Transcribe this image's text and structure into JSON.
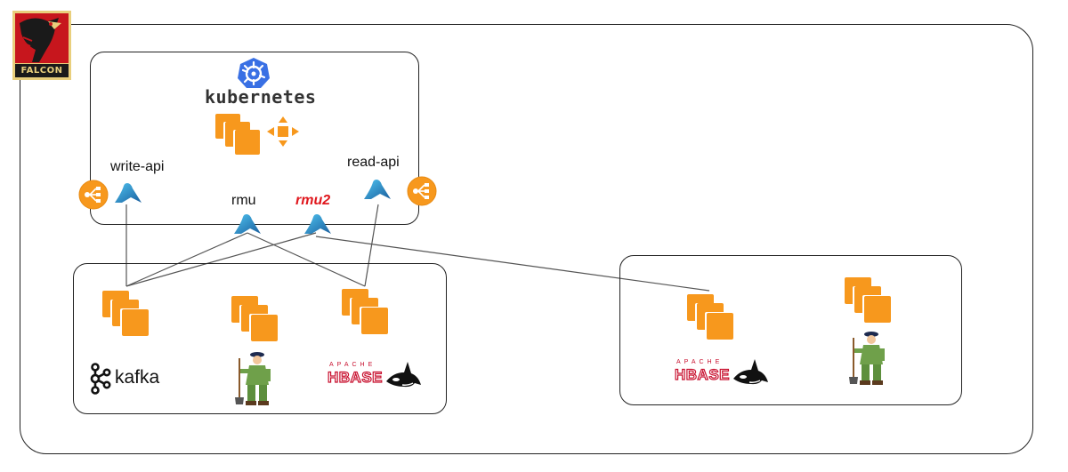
{
  "logo": {
    "text": "FALCON"
  },
  "kubernetes": {
    "title": "kubernetes"
  },
  "services": {
    "write_api": "write-api",
    "read_api": "read-api",
    "rmu": "rmu",
    "rmu2": "rmu2"
  },
  "cluster_primary": {
    "kafka_label": "kafka",
    "hbase_apache": "APACHE",
    "hbase_label": "HBASE"
  },
  "cluster_secondary": {
    "hbase_apache": "APACHE",
    "hbase_label": "HBASE"
  },
  "colors": {
    "orange": "#f7981d",
    "orange_dark": "#e88a12",
    "lambda_blue": "#1f86c9",
    "k8s_blue": "#3970e4",
    "hbase_red": "#c8102e",
    "highlight_red": "#e0191f"
  }
}
